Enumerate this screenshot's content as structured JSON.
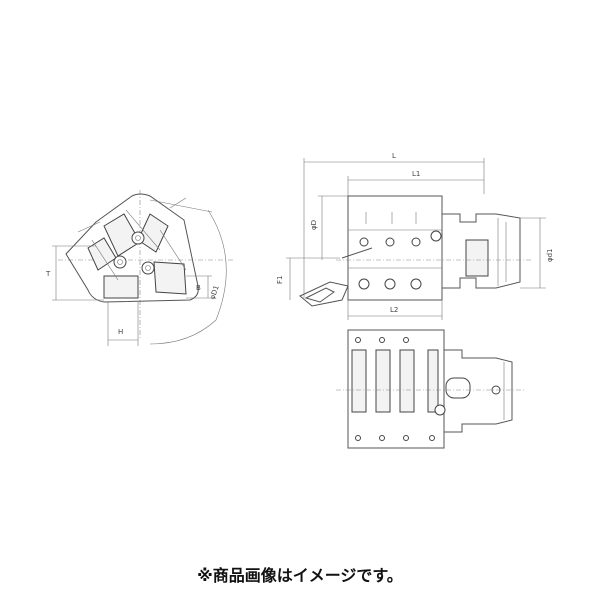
{
  "drawing": {
    "front_view": {
      "dims": {
        "T": "T",
        "B": "B",
        "H": "H",
        "phi_d1": "φD1"
      }
    },
    "side_view": {
      "dims": {
        "L": "L",
        "L1": "L1",
        "L2": "L2",
        "phi_d": "φD",
        "phi_d1": "φd1",
        "f1": "F1"
      }
    }
  },
  "caption": "※商品画像はイメージです。"
}
